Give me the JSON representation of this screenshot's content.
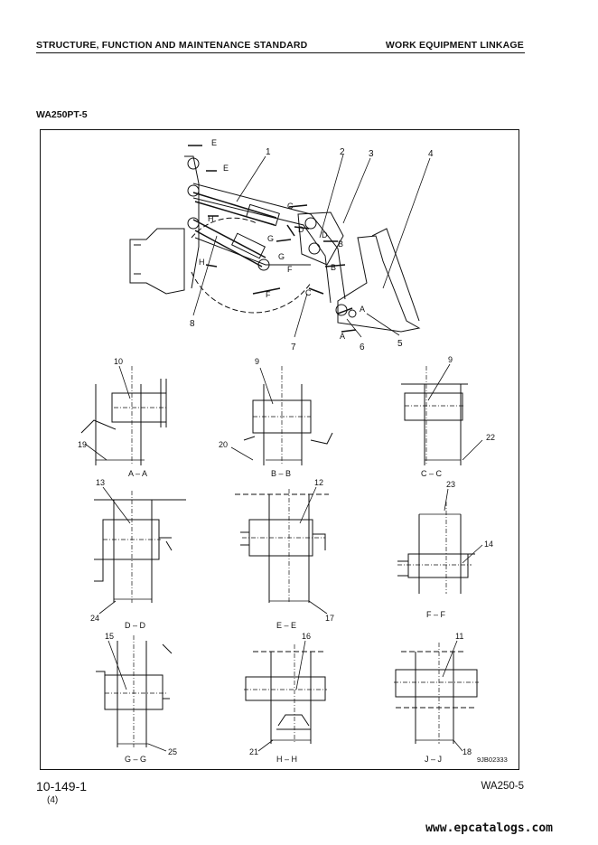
{
  "header": {
    "left": "STRUCTURE, FUNCTION AND MAINTENANCE STANDARD",
    "right": "WORK EQUIPMENT LINKAGE"
  },
  "model_label": "WA250PT-5",
  "main_view": {
    "part_numbers": [
      "1",
      "2",
      "3",
      "4",
      "5",
      "6",
      "7",
      "8"
    ],
    "section_marks": [
      "E",
      "E",
      "H",
      "G",
      "C",
      "D",
      "B",
      "B",
      "F",
      "F",
      "C",
      "A",
      "A",
      "D",
      "H",
      "G"
    ]
  },
  "sections": [
    {
      "caption": "A – A",
      "callouts": [
        "10",
        "19"
      ]
    },
    {
      "caption": "B – B",
      "callouts": [
        "9",
        "20"
      ]
    },
    {
      "caption": "C – C",
      "callouts": [
        "9",
        "22"
      ]
    },
    {
      "caption": "D – D",
      "callouts": [
        "13",
        "24"
      ]
    },
    {
      "caption": "E – E",
      "callouts": [
        "12",
        "17"
      ]
    },
    {
      "caption": "F – F",
      "callouts": [
        "23",
        "14"
      ]
    },
    {
      "caption": "G – G",
      "callouts": [
        "15",
        "25"
      ]
    },
    {
      "caption": "H – H",
      "callouts": [
        "16",
        "21"
      ]
    },
    {
      "caption": "J – J",
      "callouts": [
        "11",
        "18"
      ]
    }
  ],
  "drawing_code": "9JB02333",
  "footer": {
    "page": "10-149-1",
    "revision": "(4)",
    "model": "WA250-5",
    "website": "www.epcatalogs.com"
  }
}
